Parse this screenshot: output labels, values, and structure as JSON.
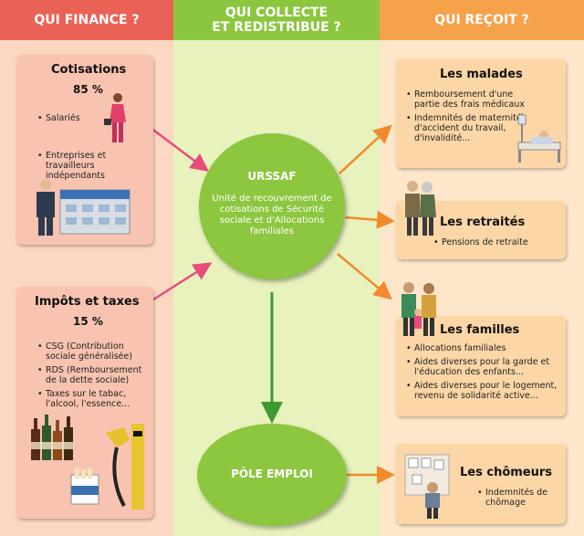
{
  "headers": {
    "left": "QUI FINANCE ?",
    "mid_line1": "QUI COLLECTE",
    "mid_line2": "ET REDISTRIBUE ?",
    "right": "QUI REÇOIT ?"
  },
  "cotisations": {
    "title": "Cotisations",
    "percent": "85 %",
    "items": [
      "Salariés",
      "Entreprises et travailleurs indépendants"
    ]
  },
  "impots": {
    "title": "Impôts et taxes",
    "percent": "15 %",
    "items": [
      "CSG (Contribution sociale généralisée)",
      "RDS (Remboursement de la dette sociale)",
      "Taxes sur le tabac, l'alcool, l'essence..."
    ]
  },
  "urssaf": {
    "title": "URSSAF",
    "description": "Unité de recouvrement de cotisations de Sécurité sociale et d'Allocations familiales"
  },
  "pole_emploi": {
    "title": "PÔLE EMPLOI"
  },
  "malades": {
    "title": "Les malades",
    "items": [
      "Remboursement d'une partie des frais médicaux",
      "Indemnités de maternité, d'accident du travail, d'invalidité..."
    ]
  },
  "retraites": {
    "title": "Les retraités",
    "items": [
      "Pensions de retraite"
    ]
  },
  "familles": {
    "title": "Les familles",
    "items": [
      "Allocations familiales",
      "Aides diverses pour la garde et l'éducation des enfants...",
      "Aides diverses pour le logement, revenu de solidarité active..."
    ]
  },
  "chomeurs": {
    "title": "Les chômeurs",
    "items": [
      "Indemnités de chômage"
    ]
  },
  "colors": {
    "finance": "#ea6156",
    "collect": "#8cc63e",
    "receive": "#f5a24a",
    "arrow_pink": "#e84c7d",
    "arrow_orange": "#f08a2c",
    "arrow_green": "#3e9a2e"
  }
}
